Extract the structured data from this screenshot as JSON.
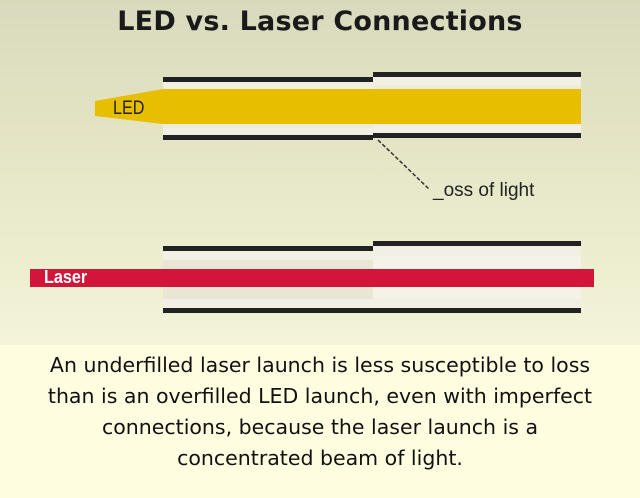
{
  "title": "LED vs. Laser Connections",
  "labels": {
    "led": "LED",
    "laser": "Laser",
    "loss": "_oss of light"
  },
  "caption": [
    "An underfilled laser launch is less susceptible to loss",
    "than is an overfilled LED launch, even with imperfect",
    "connections, because the laser launch is a",
    "concentrated beam of light."
  ],
  "colors": {
    "led_beam": "#e8bf00",
    "laser_beam": "#d2163a",
    "fiber_cladding": "#222222",
    "fiber_core": "#f2f0e4"
  }
}
